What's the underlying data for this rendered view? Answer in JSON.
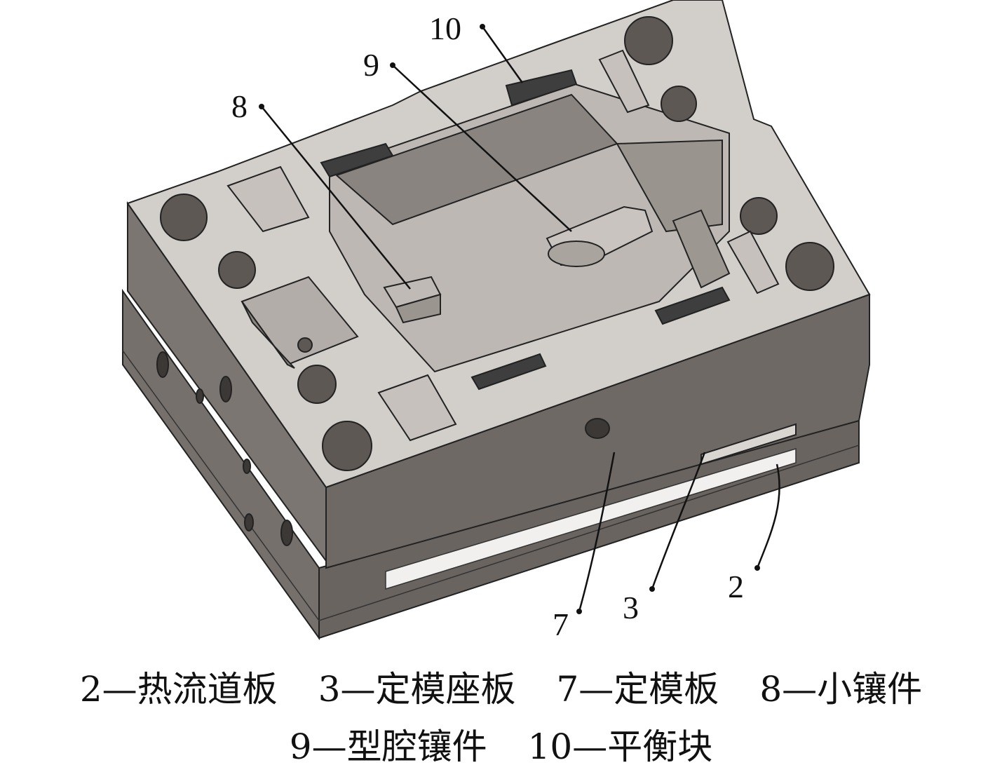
{
  "callouts": [
    {
      "id": "10",
      "text": "10"
    },
    {
      "id": "9",
      "text": "9"
    },
    {
      "id": "8",
      "text": "8"
    },
    {
      "id": "7",
      "text": "7"
    },
    {
      "id": "3",
      "text": "3"
    },
    {
      "id": "2",
      "text": "2"
    }
  ],
  "caption": {
    "line1": [
      "2—热流道板",
      "3—定模座板",
      "7—定模板",
      "8—小镶件"
    ],
    "line2": [
      "9—型腔镶件",
      "10—平衡块"
    ]
  },
  "colors": {
    "top_face": "#cfcbc7",
    "side_left": "#7a7470",
    "side_front": "#6e6864",
    "insert_dark": "#3a3a3a",
    "line": "#111111"
  }
}
